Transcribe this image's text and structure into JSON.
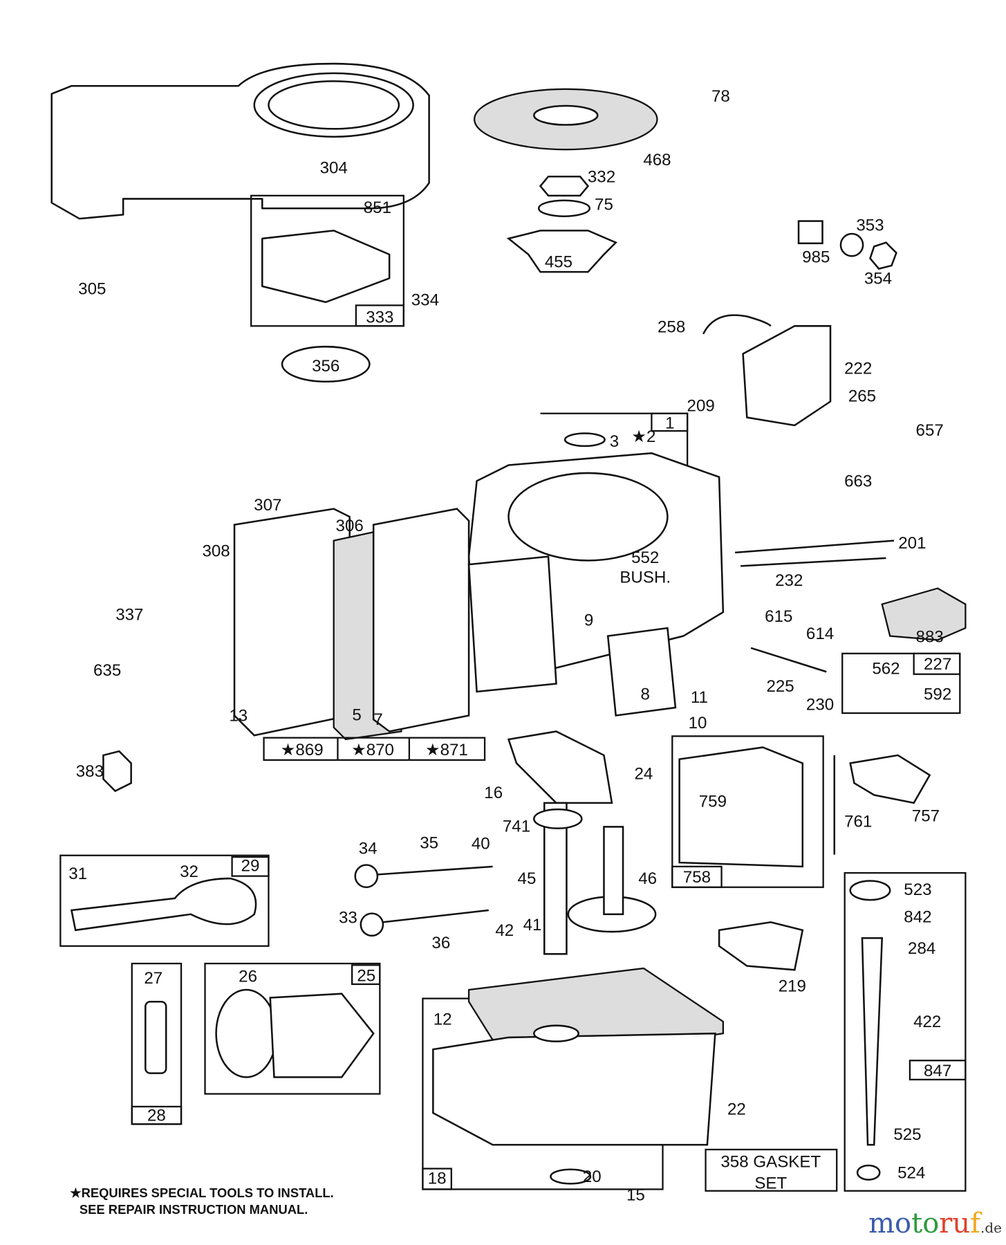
{
  "labels": [
    "304",
    "851",
    "333",
    "305",
    "334",
    "356",
    "332",
    "75",
    "455",
    "468",
    "78",
    "985",
    "353",
    "354",
    "258",
    "222",
    "209",
    "265",
    "657",
    "663",
    "3",
    "★2",
    "1",
    "307",
    "306",
    "308",
    "552",
    "BUSH.",
    "201",
    "232",
    "883",
    "9",
    "615",
    "614",
    "337",
    "635",
    "13",
    "5",
    "7",
    "8",
    "11",
    "225",
    "230",
    "562",
    "227",
    "592",
    "10",
    "★869",
    "★870",
    "★871",
    "383",
    "24",
    "16",
    "759",
    "761",
    "757",
    "741",
    "34",
    "35",
    "40",
    "45",
    "46",
    "758",
    "31",
    "32",
    "29",
    "523",
    "842",
    "284",
    "33",
    "42",
    "41",
    "36",
    "219",
    "422",
    "27",
    "26",
    "25",
    "12",
    "847",
    "28",
    "22",
    "525",
    "524",
    "358 GASKET",
    "SET",
    "18",
    "20",
    "15"
  ],
  "boxed_labels": [
    "333",
    "1",
    "227",
    "★869",
    "★870",
    "★871",
    "758",
    "29",
    "25",
    "847",
    "28",
    "358 GASKET",
    "18"
  ],
  "footnote": {
    "line1": "★REQUIRES SPECIAL TOOLS TO INSTALL.",
    "line2": "SEE REPAIR INSTRUCTION MANUAL."
  },
  "watermark": {
    "letters": [
      "m",
      "o",
      "t",
      "o",
      "r",
      "u",
      "f"
    ],
    "suffix": ".de",
    "colors": [
      "#3b5bab",
      "#3b5bab",
      "#2e9a3e",
      "#2e9a3e",
      "#e0422f",
      "#e0422f",
      "#f0a81c"
    ]
  }
}
